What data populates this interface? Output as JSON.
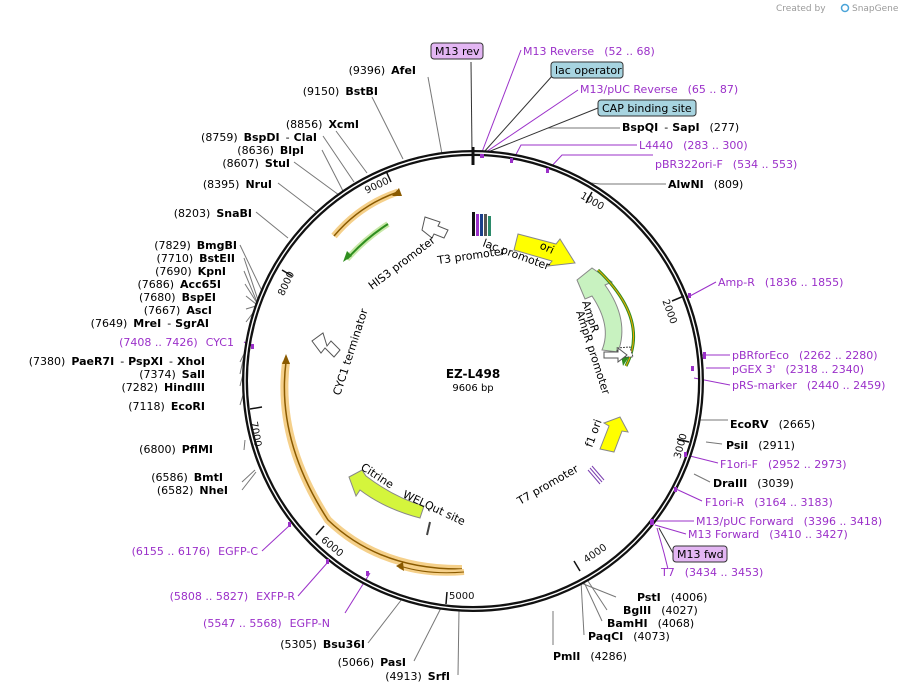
{
  "credit": {
    "prefix": "Created by",
    "brand": "SnapGene"
  },
  "plasmid": {
    "name": "EZ-L498",
    "size_label": "9606 bp",
    "length": 9606
  },
  "ticks": [
    "1000",
    "2000",
    "3000",
    "4000",
    "5000",
    "6000",
    "7000",
    "8000",
    "9000"
  ],
  "boxed_labels": {
    "m13_rev": "M13 rev",
    "lac_operator": "lac operator",
    "cap_site": "CAP binding site",
    "m13_fwd": "M13 fwd"
  },
  "colors": {
    "backbone": "#111111",
    "purple": "#9b30c9",
    "enzyme": "#000000",
    "leader": "#777777",
    "ori": "#ffff00",
    "ampr": "#c8f2c0",
    "citrine": "#d4f53c",
    "orange_feature": "#f5a623",
    "boxed_primer": "#e3b6f3",
    "boxed_protein": "#a7d4e0"
  },
  "enzymes": [
    {
      "pos": "(9396)",
      "name": "AfeI"
    },
    {
      "pos": "(9150)",
      "name": "BstBI"
    },
    {
      "pos": "(8856)",
      "name": "XcmI"
    },
    {
      "pos": "(8759)",
      "name": "BspDI",
      "name2": "ClaI"
    },
    {
      "pos": "(8636)",
      "name": "BlpI"
    },
    {
      "pos": "(8607)",
      "name": "StuI"
    },
    {
      "pos": "(8395)",
      "name": "NruI"
    },
    {
      "pos": "(8203)",
      "name": "SnaBI"
    },
    {
      "pos": "(7829)",
      "name": "BmgBI"
    },
    {
      "pos": "(7710)",
      "name": "BstEII"
    },
    {
      "pos": "(7690)",
      "name": "KpnI"
    },
    {
      "pos": "(7686)",
      "name": "Acc65I"
    },
    {
      "pos": "(7680)",
      "name": "BspEI"
    },
    {
      "pos": "(7667)",
      "name": "AscI"
    },
    {
      "pos": "(7649)",
      "name": "MreI",
      "name2": "SgrAI"
    },
    {
      "pos": "(7380)",
      "name": "PaeR7I",
      "name2": "PspXI",
      "name3": "XhoI"
    },
    {
      "pos": "(7374)",
      "name": "SalI"
    },
    {
      "pos": "(7282)",
      "name": "HindIII"
    },
    {
      "pos": "(7118)",
      "name": "EcoRI"
    },
    {
      "pos": "(6800)",
      "name": "PflMI"
    },
    {
      "pos": "(6586)",
      "name": "BmtI"
    },
    {
      "pos": "(6582)",
      "name": "NheI"
    },
    {
      "pos": "(5305)",
      "name": "Bsu36I"
    },
    {
      "pos": "(5066)",
      "name": "PasI"
    },
    {
      "pos": "(4913)",
      "name": "SrfI"
    },
    {
      "name": "BspQI",
      "name2": "SapI",
      "pos": "(277)"
    },
    {
      "name": "AlwNI",
      "pos": "(809)"
    },
    {
      "name": "EcoRV",
      "pos": "(2665)"
    },
    {
      "name": "PsiI",
      "pos": "(2911)"
    },
    {
      "name": "DraIII",
      "pos": "(3039)"
    },
    {
      "name": "PstI",
      "pos": "(4006)"
    },
    {
      "name": "BglII",
      "pos": "(4027)"
    },
    {
      "name": "BamHI",
      "pos": "(4068)"
    },
    {
      "name": "PaqCI",
      "pos": "(4073)"
    },
    {
      "name": "PmlI",
      "pos": "(4286)"
    }
  ],
  "primers": [
    {
      "name": "M13 Reverse",
      "range": "(52 .. 68)"
    },
    {
      "name": "M13/pUC Reverse",
      "range": "(65 .. 87)"
    },
    {
      "name": "L4440",
      "range": "(283 .. 300)"
    },
    {
      "name": "pBR322ori-F",
      "range": "(534 .. 553)"
    },
    {
      "name": "Amp-R",
      "range": "(1836 .. 1855)"
    },
    {
      "name": "pBRforEco",
      "range": "(2262 .. 2280)"
    },
    {
      "name": "pGEX 3'",
      "range": "(2318 .. 2340)"
    },
    {
      "name": "pRS-marker",
      "range": "(2440 .. 2459)"
    },
    {
      "name": "F1ori-F",
      "range": "(2952 .. 2973)"
    },
    {
      "name": "F1ori-R",
      "range": "(3164 .. 3183)"
    },
    {
      "name": "M13/pUC Forward",
      "range": "(3396 .. 3418)"
    },
    {
      "name": "M13 Forward",
      "range": "(3410 .. 3427)"
    },
    {
      "name": "T7",
      "range": "(3434 .. 3453)"
    },
    {
      "range": "(7408 .. 7426)",
      "name": "CYC1"
    },
    {
      "range": "(6155 .. 6176)",
      "name": "EGFP-C"
    },
    {
      "range": "(5808 .. 5827)",
      "name": "EXFP-R"
    },
    {
      "range": "(5547 .. 5568)",
      "name": "EGFP-N"
    }
  ],
  "features": {
    "lac_promoter": "lac promoter",
    "t3_promoter": "T3 promoter",
    "ori": "ori",
    "ampr": "AmpR",
    "ampr_promoter": "AmpR promoter",
    "f1_ori": "f1 ori",
    "t7_promoter": "T7 promoter",
    "his3_promoter": "HIS3 promoter",
    "cyc1_terminator": "CYC1 terminator",
    "citrine": "Citrine",
    "welqut": "WELQut site"
  }
}
